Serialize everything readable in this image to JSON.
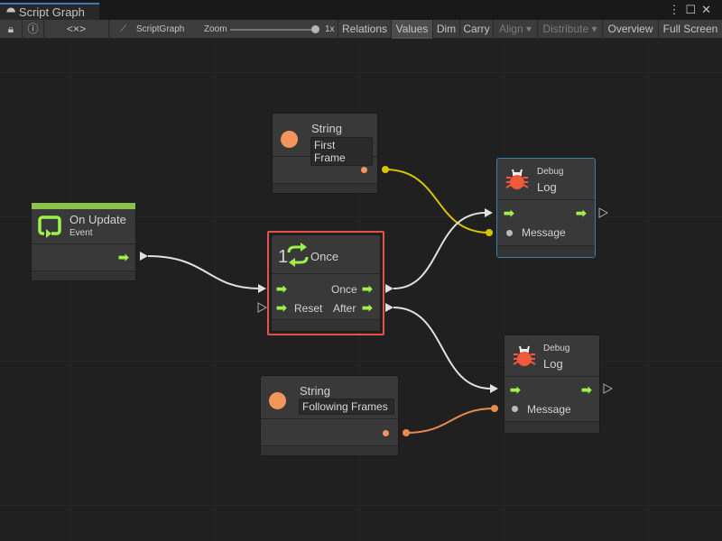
{
  "window": {
    "tab_title": "Script Graph",
    "menu_icon": "kebab-icon",
    "maximize_icon": "maximize-icon",
    "close_icon": "close-icon"
  },
  "toolbar": {
    "lock_icon": "lock-icon",
    "info_icon": "info-icon",
    "var_icon": "<×>",
    "graph_name": "ScriptGraph",
    "zoom_label": "Zoom",
    "zoom_value": "1x",
    "zoom_level": 1.0,
    "buttons": [
      "Relations",
      "Values",
      "Dim",
      "Carry",
      "Align ▾",
      "Distribute ▾",
      "Overview",
      "Full Screen"
    ],
    "active": "Values",
    "disabled": [
      "Align",
      "Distribute"
    ]
  },
  "nodes": {
    "on_update": {
      "title": "On Update",
      "subtitle": "Event",
      "accent": "#8bc34a"
    },
    "string1": {
      "title": "String",
      "value": "First Frame",
      "accent": "#f4955c"
    },
    "once": {
      "title": "Once",
      "icon_num": "1",
      "out_once": "Once",
      "in_reset": "Reset",
      "out_after": "After",
      "selected_color": "#e8504a"
    },
    "debug1": {
      "category": "Debug",
      "title": "Log",
      "input": "Message"
    },
    "debug2": {
      "category": "Debug",
      "title": "Log",
      "input": "Message"
    },
    "string2": {
      "title": "String",
      "value": "Following Frames",
      "accent": "#f4955c"
    }
  },
  "colors": {
    "flow": "#9cf24a",
    "string_edge_1": "#d9c400",
    "string_edge_2": "#e88a4c",
    "control_edge": "#e0e0e0"
  }
}
